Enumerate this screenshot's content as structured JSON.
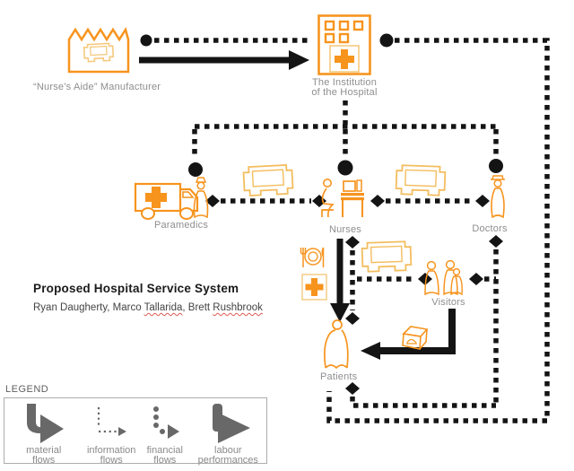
{
  "colors": {
    "accent": "#F7941E",
    "accent_light": "#F5C97E",
    "bed": "#F3BD5E",
    "flow": "#141414",
    "label": "#8E8E8E",
    "title": "#1A1A1A",
    "author": "#444444",
    "misspell": "#E05A52",
    "legend_arrow": "#686868",
    "legend_text": "#8A8A8A",
    "legend_border": "#ADADAD"
  },
  "nodes": {
    "manufacturer": {
      "label": "“Nurse’s Aide” Manufacturer"
    },
    "institution": {
      "label_line1": "The Institution",
      "label_line2": "of the Hospital"
    },
    "paramedics": {
      "label": "Paramedics"
    },
    "nurses": {
      "label": "Nurses"
    },
    "doctors": {
      "label": "Doctors"
    },
    "visitors": {
      "label": "Visitors"
    },
    "patients": {
      "label": "Patients"
    }
  },
  "title_block": {
    "title": "Proposed Hospital Service System",
    "authors": [
      {
        "text": "Ryan Daugherty, Marco "
      },
      {
        "text": "Tallarida",
        "misspelled": true
      },
      {
        "text": ",  Brett "
      },
      {
        "text": "Rushbrook",
        "misspelled": true
      }
    ]
  },
  "legend": {
    "title": "LEGEND",
    "items": [
      {
        "line1": "material",
        "line2": "flows"
      },
      {
        "line1": "information",
        "line2": "flows"
      },
      {
        "line1": "financial",
        "line2": "flows"
      },
      {
        "line1": "labour",
        "line2": "performances"
      }
    ]
  }
}
